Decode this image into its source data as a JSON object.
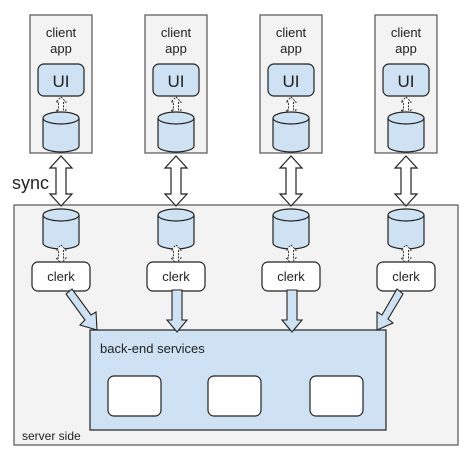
{
  "labels": {
    "client": "client",
    "app": "app",
    "ui": "UI",
    "clerk": "clerk",
    "sync": "sync",
    "backend": "back-end services",
    "server_side": "server side"
  },
  "client_count": 4,
  "service_box_count": 3,
  "colors": {
    "panel_fill": "#f3f3f3",
    "panel_stroke": "#555555",
    "ui_fill": "#cfe2f3",
    "db_fill": "#cfe2f3",
    "backend_fill": "#cfe2f3",
    "box_white": "#ffffff",
    "stroke": "#222222"
  }
}
